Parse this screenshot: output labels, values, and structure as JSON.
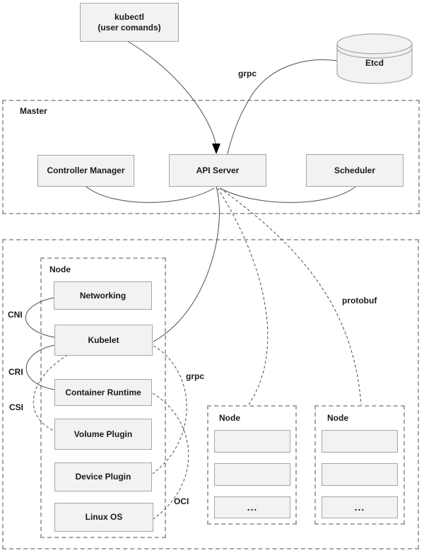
{
  "colors": {
    "box_fill": "#f2f2f2",
    "box_border": "#a6a6a6",
    "dashed_border": "#a6a6a6",
    "line": "#4d4d4d",
    "text": "#1a1a1a"
  },
  "kubectl": {
    "line1": "kubectl",
    "line2": "(user comands)"
  },
  "etcd": {
    "label": "Etcd"
  },
  "master": {
    "label": "Master",
    "controller_manager": "Controller Manager",
    "api_server": "API Server",
    "scheduler": "Scheduler"
  },
  "cluster": {
    "node1": {
      "label": "Node",
      "components": [
        "Networking",
        "Kubelet",
        "Container Runtime",
        "Volume Plugin",
        "Device Plugin",
        "Linux OS"
      ]
    },
    "node2": {
      "label": "Node",
      "ellipsis": "..."
    },
    "node3": {
      "label": "Node",
      "ellipsis": "..."
    }
  },
  "edge_labels": {
    "grpc_top": "grpc",
    "grpc_node": "grpc",
    "protobuf": "protobuf",
    "cni": "CNI",
    "cri": "CRI",
    "csi": "CSI",
    "oci": "OCI"
  }
}
